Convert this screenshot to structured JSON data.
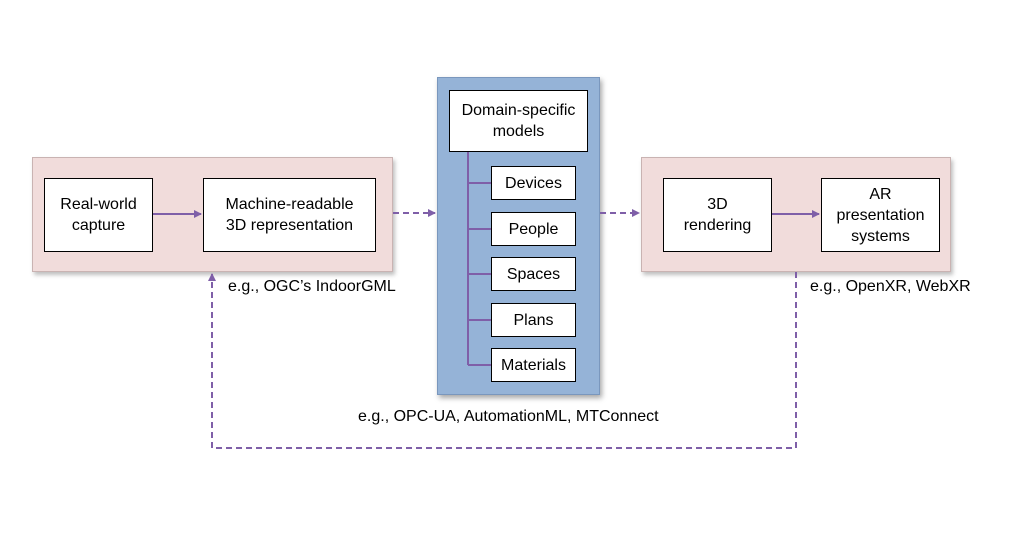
{
  "left_group": {
    "capture_label": "Real-world\ncapture",
    "representation_label": "Machine-readable\n3D representation",
    "example_note": "e.g., OGC’s IndoorGML"
  },
  "center_panel": {
    "header_label": "Domain-specific\nmodels",
    "items": [
      {
        "label": "Devices"
      },
      {
        "label": "People"
      },
      {
        "label": "Spaces"
      },
      {
        "label": "Plans"
      },
      {
        "label": "Materials"
      }
    ],
    "example_note": "e.g., OPC-UA, AutomationML,  MTConnect"
  },
  "right_group": {
    "rendering_label": "3D\nrendering",
    "presentation_label": "AR\npresentation\nsystems",
    "example_note": "e.g., OpenXR, WebXR"
  },
  "colors": {
    "arrow": "#7f5fa8",
    "group_fill": "#f1dcdb",
    "panel_fill": "#95b3d7"
  }
}
